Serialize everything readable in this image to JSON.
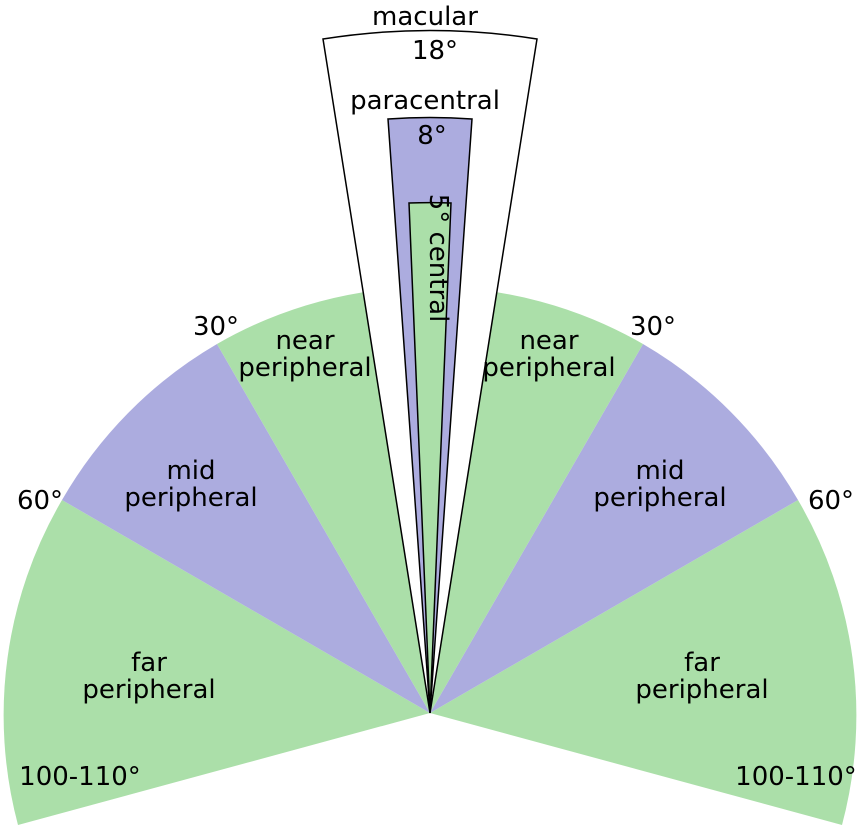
{
  "colors": {
    "green": "#abdfa9",
    "purple": "#acacdf",
    "outline": "#000000",
    "background": "#ffffff"
  },
  "labels": {
    "macular": "macular",
    "macular_deg": "18°",
    "paracentral": "paracentral",
    "paracentral_deg": "8°",
    "central": "5° central",
    "near_left_1": "near",
    "near_left_2": "peripheral",
    "near_right_1": "near",
    "near_right_2": "peripheral",
    "mid_left_1": "mid",
    "mid_left_2": "peripheral",
    "mid_right_1": "mid",
    "mid_right_2": "peripheral",
    "far_left_1": "far",
    "far_left_2": "peripheral",
    "far_right_1": "far",
    "far_right_2": "peripheral",
    "deg_30_left": "30°",
    "deg_30_right": "30°",
    "deg_60_left": "60°",
    "deg_60_right": "60°",
    "deg_far_left": "100-110°",
    "deg_far_right": "100-110°"
  }
}
